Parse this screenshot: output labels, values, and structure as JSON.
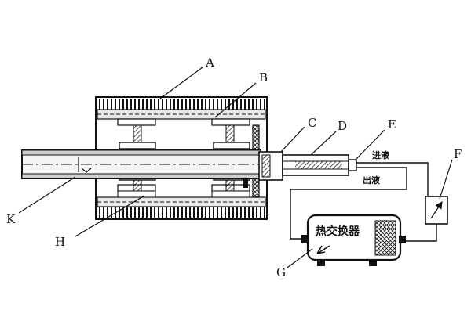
{
  "labels": {
    "A": "A",
    "B": "B",
    "C": "C",
    "D": "D",
    "E": "E",
    "F": "F",
    "G": "G",
    "H": "H",
    "K": "K"
  },
  "flow": {
    "inlet": "进液",
    "outlet": "出液"
  },
  "heat_exchanger": "热交换器"
}
